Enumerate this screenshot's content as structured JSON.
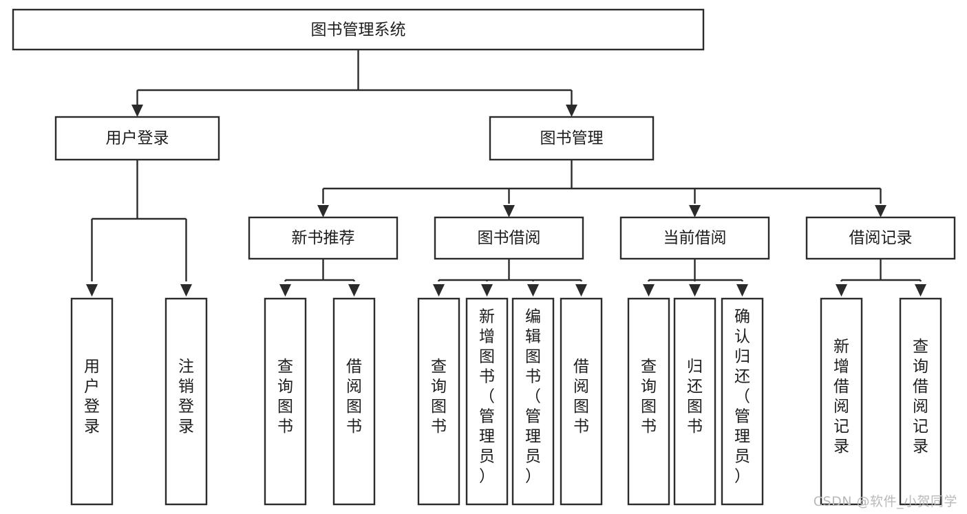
{
  "diagram": {
    "type": "tree-hierarchy-diagram",
    "title": "图书管理系统",
    "background_color": "#ffffff",
    "box_stroke_color": "#2b2b2b",
    "box_fill_color": "#ffffff",
    "text_color": "#1d1d1d",
    "levels": 4
  },
  "root": {
    "label": "图书管理系统"
  },
  "level2": [
    {
      "label": "用户登录"
    },
    {
      "label": "图书管理"
    }
  ],
  "level3": [
    {
      "label": "新书推荐"
    },
    {
      "label": "图书借阅"
    },
    {
      "label": "当前借阅"
    },
    {
      "label": "借阅记录"
    }
  ],
  "leaves": {
    "user_login": [
      {
        "label": "用户登录"
      },
      {
        "label": "注销登录"
      }
    ],
    "new_book": [
      {
        "label": "查询图书"
      },
      {
        "label": "借阅图书"
      }
    ],
    "book_borrow": [
      {
        "label": "查询图书"
      },
      {
        "label": "新增图书（管理员）"
      },
      {
        "label": "编辑图书（管理员）"
      },
      {
        "label": "借阅图书"
      }
    ],
    "current_borrow": [
      {
        "label": "查询图书"
      },
      {
        "label": "归还图书"
      },
      {
        "label": "确认归还（管理员）"
      }
    ],
    "borrow_record": [
      {
        "label": "新增借阅记录"
      },
      {
        "label": "查询借阅记录"
      }
    ]
  },
  "watermark": {
    "text": "CSDN @软件_小贺同学",
    "color": "#b9b9b9"
  }
}
